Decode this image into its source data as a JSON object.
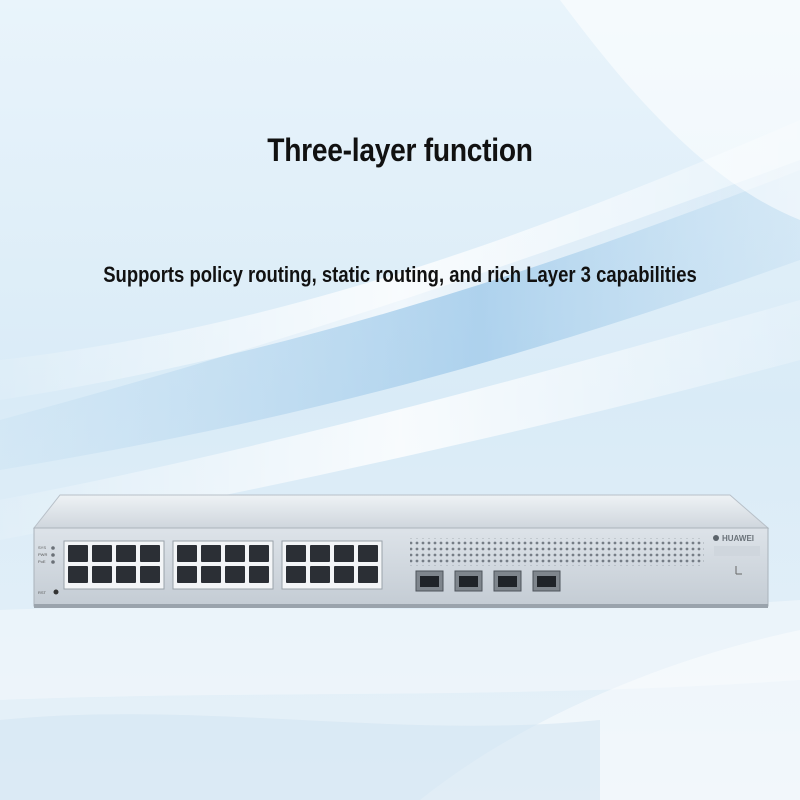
{
  "headline": "Three-layer function",
  "subline": "Supports policy routing, static routing, and rich Layer 3 capabilities",
  "product": {
    "brand": "HUAWEI",
    "status_leds": [
      "SYS",
      "PWR",
      "PoE"
    ],
    "reset_label": "RST",
    "rj45_group_count": 3,
    "rj45_ports_per_group": 8,
    "sfp_ports": 4
  },
  "colors": {
    "background": "#dfeef8",
    "chassis": "#d7dde4",
    "port": "#2b2f35",
    "text": "#111111"
  },
  "icons": [
    "switch-device-icon",
    "brand-logo-icon"
  ]
}
